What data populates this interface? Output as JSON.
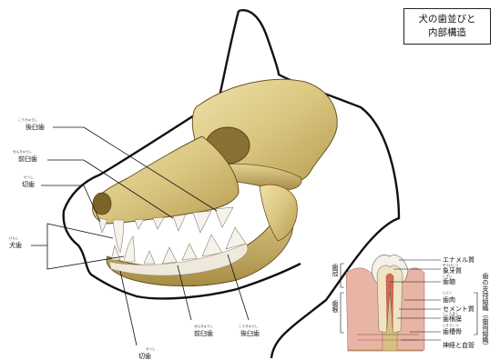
{
  "title": {
    "line1": "犬の歯並びと",
    "line2": "内部構造"
  },
  "skull_labels": {
    "upper_molar": "後臼歯",
    "upper_molar_ruby": "こうきゅうし",
    "upper_premolar": "前臼歯",
    "upper_premolar_ruby": "ぜんきゅうし",
    "upper_incisor": "切歯",
    "upper_incisor_ruby": "せっし",
    "canine": "犬歯",
    "canine_ruby": "けんし",
    "lower_incisor": "切歯",
    "lower_incisor_ruby": "せっし",
    "lower_premolar": "前臼歯",
    "lower_premolar_ruby": "ぜんきゅうし",
    "lower_molar": "後臼歯",
    "lower_molar_ruby": "こうきゅうし"
  },
  "tooth_labels": {
    "enamel": "エナメル質",
    "dentin": "象牙質",
    "dentin_ruby": "ぞうげしつ",
    "pulp": "歯髄",
    "pulp_ruby": "しずい",
    "gum": "歯肉",
    "gum_ruby": "しにく",
    "cementum": "セメント質",
    "periodontal_ligament": "歯根膜",
    "periodontal_ligament_ruby": "しこんまく",
    "alveolar_bone": "歯槽骨",
    "alveolar_bone_ruby": "しそうこつ",
    "nerves_vessels": "神経と血管",
    "crown": "歯冠",
    "crown_ruby": "しかん",
    "root": "歯根",
    "root_ruby": "しこん",
    "supporting_tissue": "歯の支持組織（歯周組織）"
  }
}
